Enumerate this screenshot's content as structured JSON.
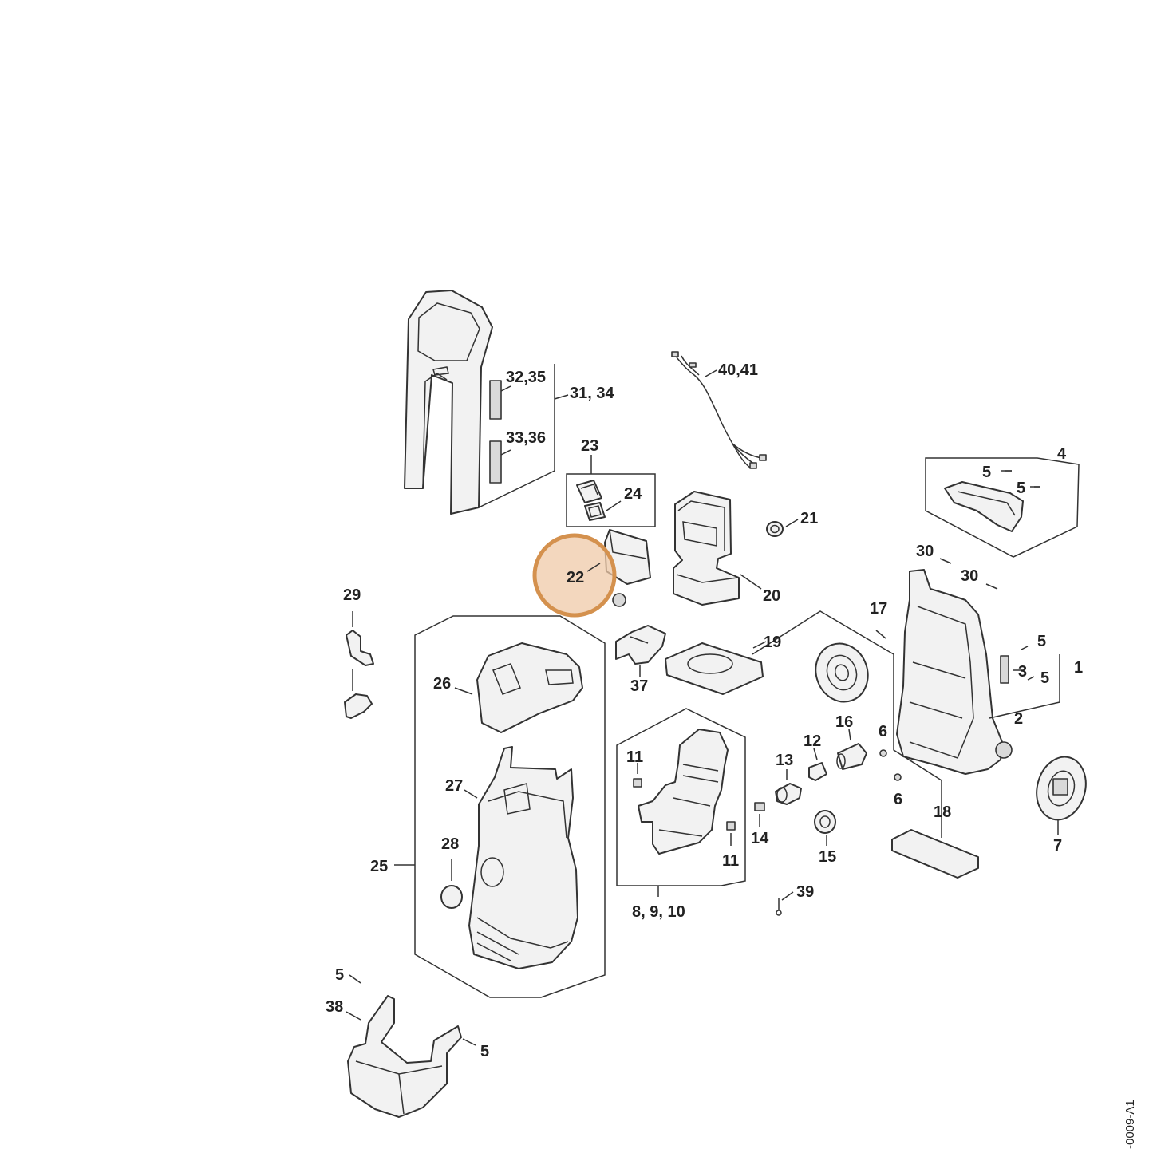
{
  "diagram": {
    "highlight_color": "#d4914e",
    "highlight_fill": "#efc9a8",
    "doc_id": "-0009-A1",
    "labels": {
      "l_32_35": "32,35",
      "l_31_34": "31, 34",
      "l_33_36": "33,36",
      "l_40_41": "40,41",
      "l_23": "23",
      "l_24": "24",
      "l_21": "21",
      "l_4": "4",
      "l_5_a": "5",
      "l_5_b": "5",
      "l_22": "22",
      "l_20": "20",
      "l_30_a": "30",
      "l_30_b": "30",
      "l_29": "29",
      "l_17": "17",
      "l_19": "19",
      "l_37": "37",
      "l_26": "26",
      "l_5_c": "5",
      "l_3": "3",
      "l_1": "1",
      "l_5_d": "5",
      "l_2": "2",
      "l_16": "16",
      "l_6_a": "6",
      "l_12": "12",
      "l_11_a": "11",
      "l_13": "13",
      "l_27": "27",
      "l_6_b": "6",
      "l_28": "28",
      "l_18": "18",
      "l_7": "7",
      "l_14": "14",
      "l_15": "15",
      "l_11_b": "11",
      "l_25": "25",
      "l_39": "39",
      "l_8_9_10": "8, 9, 10",
      "l_5_e": "5",
      "l_38": "38",
      "l_5_f": "5"
    }
  }
}
